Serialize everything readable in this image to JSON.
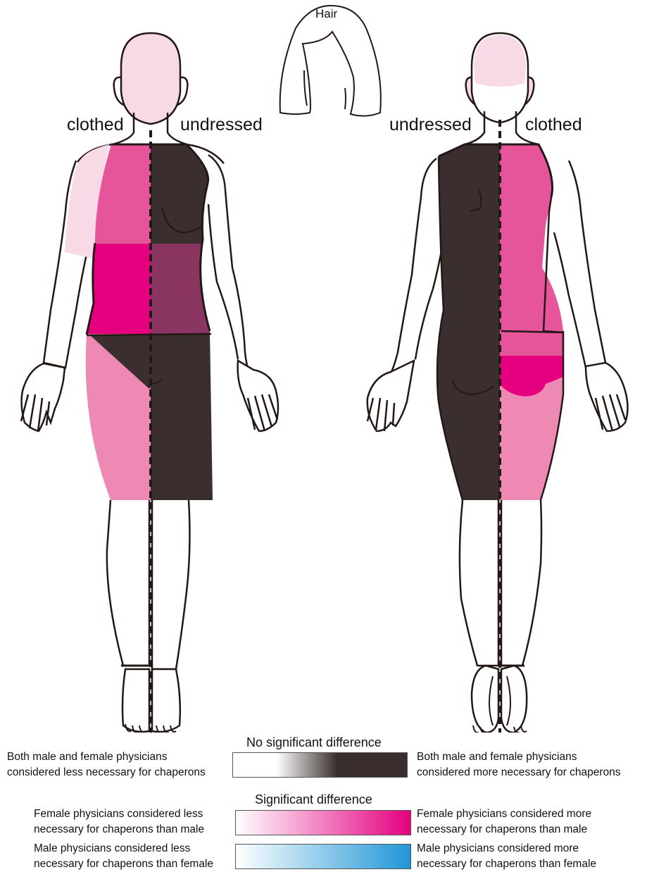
{
  "labels": {
    "front_left": "clothed",
    "front_right": "undressed",
    "back_left": "undressed",
    "back_right": "clothed",
    "hair": "Hair"
  },
  "legend": {
    "no_sig": {
      "title": "No significant difference",
      "left": [
        "Both male and female physicians",
        "considered less necessary for chaperons"
      ],
      "right": [
        "Both male and female physicians",
        "considered more necessary for chaperons"
      ],
      "gradient": [
        "#ffffff",
        "#3a2f2e"
      ]
    },
    "sig": {
      "title": "Significant difference",
      "female": {
        "left": [
          "Female physicians considered less",
          "necessary for chaperons than male"
        ],
        "right": [
          "Female physicians considered more",
          "necessary for chaperons than male"
        ],
        "gradient": [
          "#ffffff",
          "#e4007f"
        ]
      },
      "male": {
        "left": [
          "Male physicians considered less",
          "necessary for chaperons than female"
        ],
        "right": [
          "Male physicians considered more",
          "necessary for chaperons than female"
        ],
        "gradient": [
          "#ffffff",
          "#2196d6"
        ]
      }
    }
  },
  "colors": {
    "outline": "#231815",
    "dark": "#3a2f2e",
    "plum": "#8b3562",
    "magenta": "#e4007f",
    "pink_mid": "#e6549a",
    "pink_light": "#ee89b4",
    "pink_pale": "#f8d9e6"
  }
}
